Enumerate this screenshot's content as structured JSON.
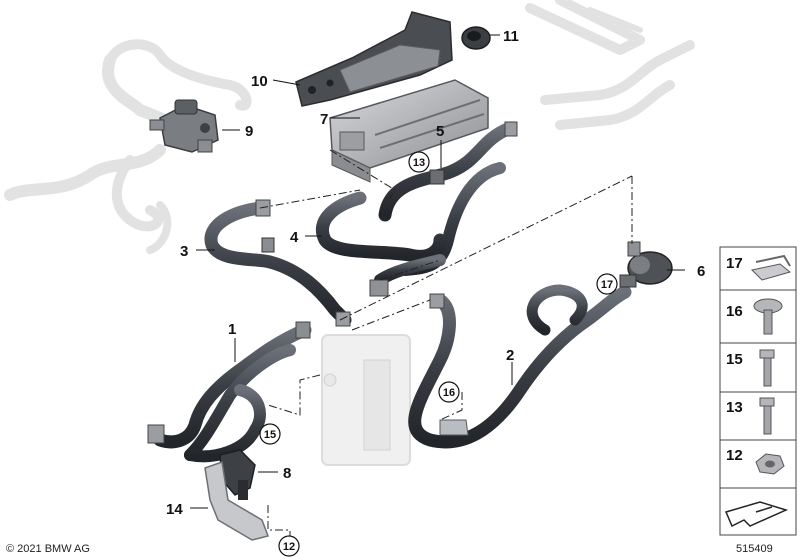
{
  "callouts": {
    "p1": "1",
    "p2": "2",
    "p3": "3",
    "p4": "4",
    "p5": "5",
    "p6": "6",
    "p7": "7",
    "p8": "8",
    "p9": "9",
    "p10": "10",
    "p11": "11",
    "p14": "14"
  },
  "circled": {
    "c13": "13",
    "c17": "17",
    "c16": "16",
    "c15": "15",
    "c12": "12"
  },
  "sidebar": {
    "s17": "17",
    "s16": "16",
    "s15": "15",
    "s13": "13",
    "s12": "12"
  },
  "footer": {
    "copyright": "© 2021 BMW AG",
    "diagram_id": "515409"
  }
}
